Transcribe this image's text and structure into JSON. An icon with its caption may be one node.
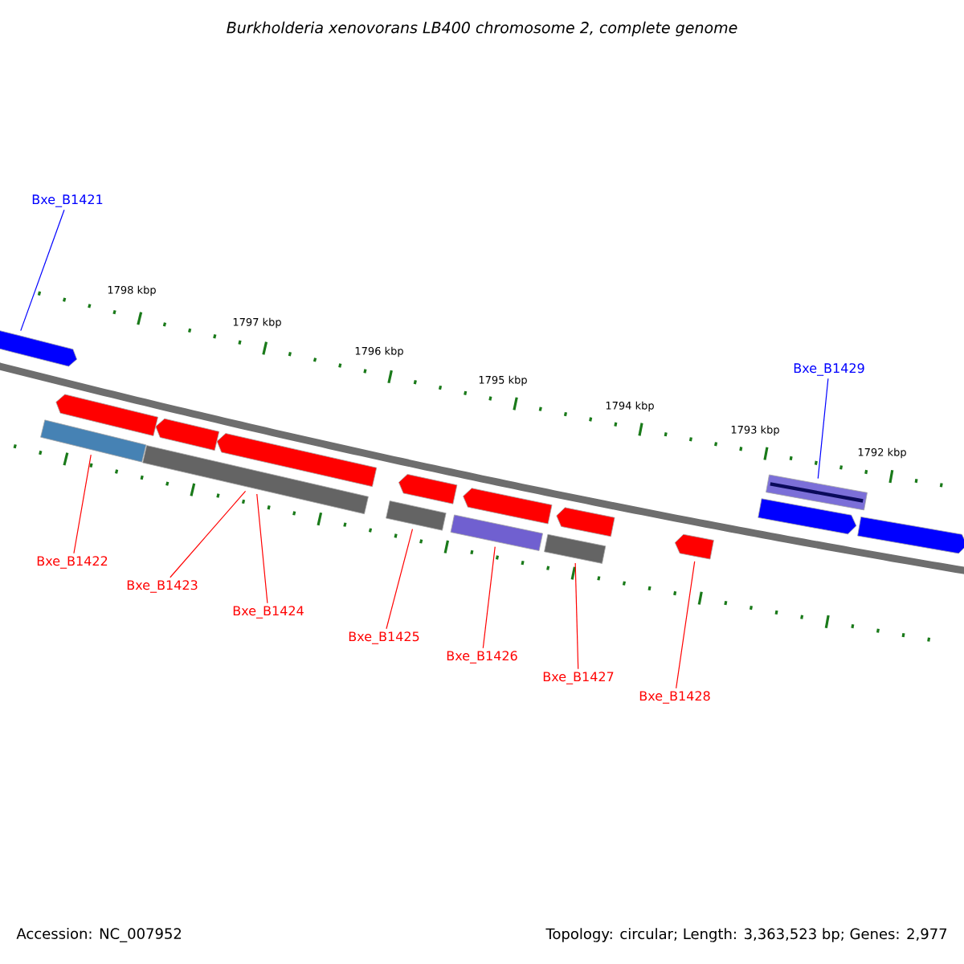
{
  "diagram": {
    "title": "Burkholderia xenovorans LB400 chromosome 2, complete genome",
    "nodes": [
      {
        "text": [
          "Bxe_B1421"
        ]
      },
      {
        "text": [
          "Bxe_B1422"
        ]
      },
      {
        "text": [
          "Bxe_B1423"
        ]
      },
      {
        "text": [
          "Bxe_B1424"
        ]
      },
      {
        "text": [
          "Bxe_B1425"
        ]
      },
      {
        "text": [
          "Bxe_B1426"
        ]
      },
      {
        "text": [
          "Bxe_B1427"
        ]
      },
      {
        "text": [
          "Bxe_B1428"
        ]
      },
      {
        "text": [
          "Bxe_B1429"
        ]
      },
      {
        "text": [],
        "shape": "pentagon"
      },
      {
        "text": [],
        "shape": "pentagon"
      },
      {
        "text": [],
        "shape": "pentagon"
      },
      {
        "text": [],
        "shape": "pentagon"
      },
      {
        "text": [],
        "shape": "bar"
      },
      {
        "text": [],
        "shape": "bar"
      },
      {
        "text": [],
        "shape": "pentagon"
      },
      {
        "text": [],
        "shape": "bar"
      },
      {
        "text": [],
        "shape": "pentagon"
      },
      {
        "text": [],
        "shape": "bar"
      },
      {
        "text": [],
        "shape": "pentagon"
      },
      {
        "text": [],
        "shape": "bar"
      },
      {
        "text": [],
        "shape": "pentagon"
      },
      {
        "text": [],
        "shape": "bar"
      },
      {
        "text": [],
        "shape": "pentagon"
      },
      {
        "text": [],
        "shape": "pentagon"
      }
    ],
    "edges": [
      {
        "from": 0,
        "to": 9,
        "arrow": "none",
        "color": "#0000ff"
      },
      {
        "from": 1,
        "to": 13,
        "arrow": "none"
      },
      {
        "from": 2,
        "to": 14,
        "arrow": "none"
      },
      {
        "from": 3,
        "to": 14,
        "arrow": "none"
      },
      {
        "from": 4,
        "to": 16,
        "arrow": "none"
      },
      {
        "from": 5,
        "to": 18,
        "arrow": "none"
      },
      {
        "from": 6,
        "to": 20,
        "arrow": "none"
      },
      {
        "from": 7,
        "to": 21,
        "arrow": "none"
      },
      {
        "from": 8,
        "to": 22,
        "arrow": "none",
        "color": "#0000ff"
      }
    ],
    "labels": [
      "1798 kbp",
      "1797 kbp",
      "1796 kbp",
      "1795 kbp",
      "1794 kbp",
      "1793 kbp",
      "1792 kbp",
      "Accession: NC_007952",
      "Topology: circular; Length: 3,363,523 bp; Genes: 2,977"
    ]
  }
}
